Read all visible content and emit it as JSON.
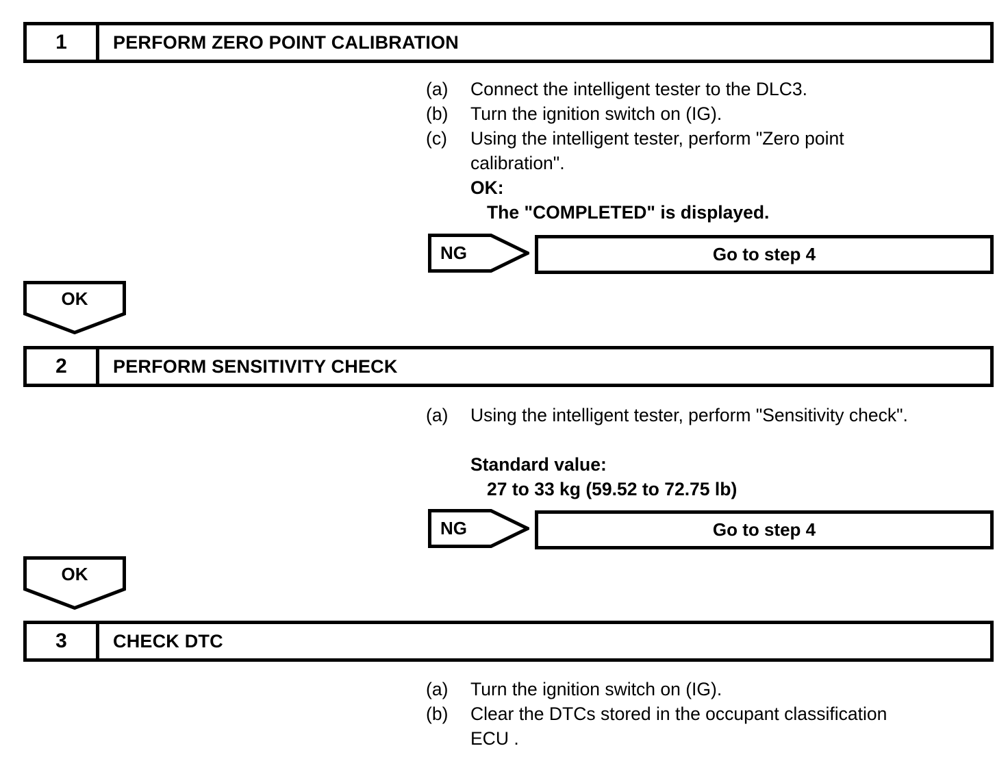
{
  "document": {
    "type": "diagnostic-flowchart",
    "steps": [
      {
        "number": "1",
        "title": "PERFORM ZERO POINT CALIBRATION",
        "instructions": [
          {
            "marker": "(a)",
            "text": "Connect the intelligent tester to the DLC3."
          },
          {
            "marker": "(b)",
            "text": "Turn the ignition switch on (IG)."
          },
          {
            "marker": "(c)",
            "text": "Using the intelligent tester, perform \"Zero point"
          }
        ],
        "continuation": "calibration\".",
        "result_label": "OK:",
        "result_text": "The \"COMPLETED\" is displayed.",
        "ng_label": "NG",
        "ng_target": "Go to step 4",
        "ok_label": "OK"
      },
      {
        "number": "2",
        "title": "PERFORM SENSITIVITY CHECK",
        "instructions": [
          {
            "marker": "(a)",
            "text": "Using the intelligent tester, perform \"Sensitivity check\"."
          }
        ],
        "standard_label": "Standard value:",
        "standard_value": "27 to 33 kg (59.52 to 72.75 lb)",
        "ng_label": "NG",
        "ng_target": "Go to step 4",
        "ok_label": "OK"
      },
      {
        "number": "3",
        "title": "CHECK DTC",
        "instructions": [
          {
            "marker": "(a)",
            "text": "Turn the ignition switch on (IG)."
          },
          {
            "marker": "(b)",
            "text": "Clear the DTCs stored in the occupant classification"
          }
        ],
        "continuation": "ECU ."
      }
    ]
  },
  "colors": {
    "ink": "#000000",
    "paper": "#ffffff"
  }
}
